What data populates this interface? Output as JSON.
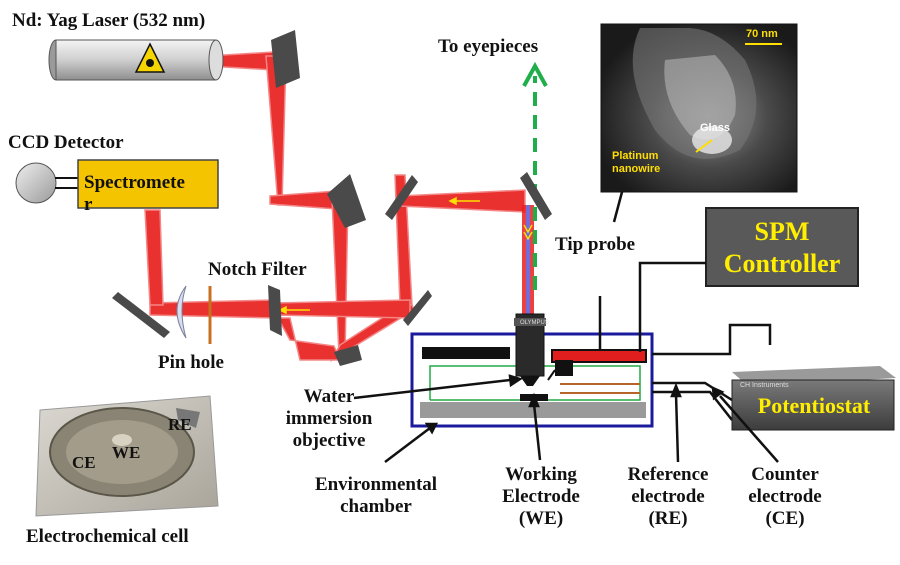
{
  "labels": {
    "laser": "Nd: Yag Laser (532 nm)",
    "ccd_detector": "CCD Detector",
    "spectrometer": "Spectromete\nr",
    "notch_filter": "Notch Filter",
    "pin_hole": "Pin hole",
    "to_eyepieces": "To eyepieces",
    "tip_probe": "Tip probe",
    "spm_controller": "SPM\nController",
    "potentiostat": "Potentiostat",
    "water_objective": "Water\nimmersion\nobjective",
    "environmental_chamber": "Environmental\nchamber",
    "working_electrode": "Working\nElectrode\n(WE)",
    "reference_electrode": "Reference\nelectrode\n(RE)",
    "counter_electrode": "Counter\nelectrode\n(CE)",
    "electrochemical_cell": "Electrochemical cell",
    "cell_ce": "CE",
    "cell_we": "WE",
    "cell_re": "RE"
  },
  "sem_inset": {
    "scale_bar": "70 nm",
    "glass": "Glass",
    "platinum_nanowire": "Platinum\nnanowire"
  },
  "potentiostat_brand": "CH Instruments",
  "objective_brand": "OLYMPUS",
  "colors": {
    "laser_beam": "#e8201e",
    "laser_beam_light": "#f48a8a",
    "eyepiece_arrow": "#1fae4a",
    "spectrometer_fill": "#f5c400",
    "controller_fill": "#595959",
    "controller_text": "#ffee00",
    "chamber_border": "#1a1a9c",
    "mirror": "#4a4a4a"
  }
}
